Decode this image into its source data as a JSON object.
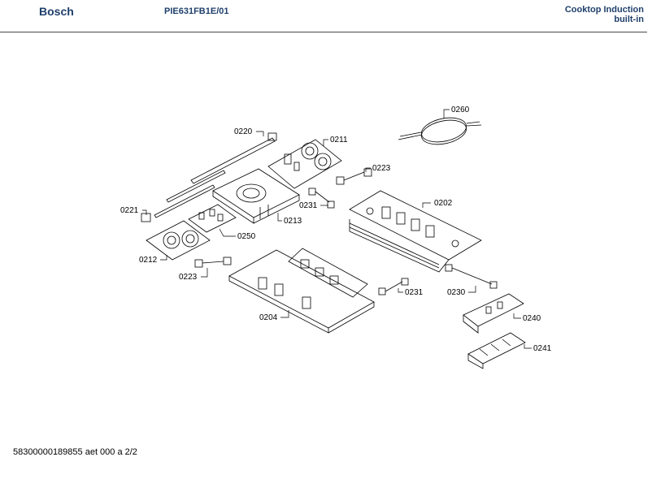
{
  "header": {
    "brand": "Bosch",
    "model": "PIE631FB1E/01",
    "category_line1": "Cooktop Induction",
    "category_line2": "built-in"
  },
  "footer": {
    "doc_code": "58300000189855 aet 000 a 2/2"
  },
  "parts": {
    "p0260": "0260",
    "p0220": "0220",
    "p0211": "0211",
    "p0223a": "0223",
    "p0231a": "0231",
    "p0202": "0202",
    "p0221": "0221",
    "p0213": "0213",
    "p0250": "0250",
    "p0212": "0212",
    "p0223b": "0223",
    "p0231b": "0231",
    "p0230": "0230",
    "p0204": "0204",
    "p0240": "0240",
    "p0241": "0241"
  }
}
